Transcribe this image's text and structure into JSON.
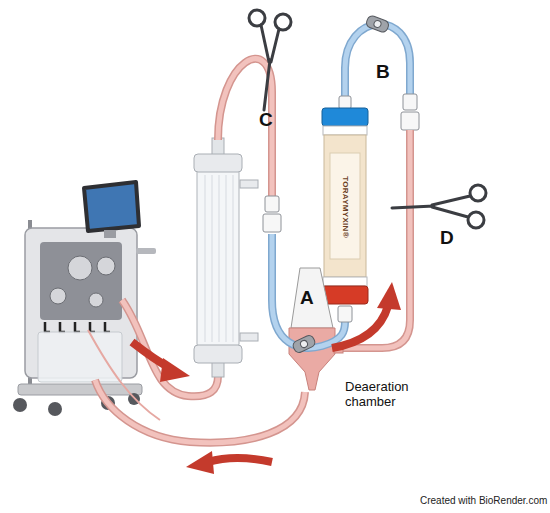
{
  "diagram": {
    "nodes": [
      {
        "text": [
          "TORAYMYXIN®"
        ]
      },
      {
        "text": [
          "Deaeration chamber"
        ]
      }
    ],
    "edges": [
      {
        "from": 0,
        "to": 1,
        "arrow": "none"
      }
    ],
    "labels": [
      "A",
      "B",
      "C",
      "D",
      "Created with BioRender.com"
    ]
  }
}
